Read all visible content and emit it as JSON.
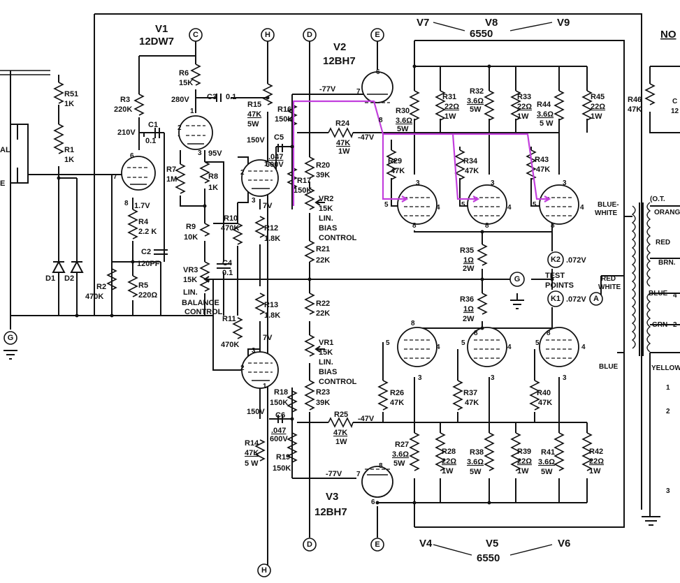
{
  "header": {
    "v7": "V7",
    "v8": "V8",
    "v9": "V9",
    "type_top": "6550",
    "v4": "V4",
    "v5": "V5",
    "v6": "V6",
    "type_bottom": "6550",
    "no": "NO"
  },
  "tubes": {
    "v1_name": "V1",
    "v1_type": "12DW7",
    "v2_name": "V2",
    "v2_type": "12BH7",
    "v3_name": "V3",
    "v3_type": "12BH7"
  },
  "connectors": {
    "c": "C",
    "h": "H",
    "d": "D",
    "e": "E",
    "g": "G",
    "a": "A",
    "k1": "K1",
    "k2": "K2"
  },
  "voltages": {
    "v280": "280V",
    "v210": "210V",
    "v95": "95V",
    "v150a": "150V",
    "v150b": "150V",
    "v7a": "7V",
    "v7b": "7V",
    "v17": "1.7V",
    "m77a": "-77V",
    "m77b": "-77V",
    "m47a": "-47V",
    "m47b": "-47V",
    "k2v": ".072V",
    "k1v": ".072V"
  },
  "resistors": {
    "r51": "R51",
    "r51v": "1K",
    "r1": "R1",
    "r1v": "1K",
    "r3": "R3",
    "r3v": "220K",
    "r6": "R6",
    "r6v": "15K",
    "r7": "R7",
    "r7v": "1M",
    "r8": "R8",
    "r8v": "1K",
    "r4": "R4",
    "r4v": "2.2 K",
    "r2": "R2",
    "r2v": "470K",
    "r5": "R5",
    "r5v": "220Ω",
    "r9": "R9",
    "r9v": "10K",
    "r10": "R10",
    "r10v": "470K",
    "r11": "R11",
    "r11v": "470K",
    "r12": "R12",
    "r12v": "1.8K",
    "r13": "R13",
    "r13v": "1.8K",
    "r14": "R14",
    "r14v": "47K",
    "r14w": "5 W",
    "r15": "R15",
    "r15v": "47K",
    "r15w": "5W",
    "r16": "R16",
    "r16v": "150K",
    "r17": "R17",
    "r17v": "150K",
    "r18": "R18",
    "r18v": "150K",
    "r19": "R19",
    "r19v": "150K",
    "r20": "R20",
    "r20v": "39K",
    "r21": "R21",
    "r21v": "22K",
    "r22": "R22",
    "r22v": "22K",
    "r23": "R23",
    "r23v": "39K",
    "r24": "R24",
    "r24v": "47K",
    "r24w": "1W",
    "r25": "R25",
    "r25v": "47K",
    "r25w": "1W",
    "r26": "R26",
    "r26v": "47K",
    "r27": "R27",
    "r27v": "3.6Ω",
    "r27w": "5W",
    "r28": "R28",
    "r28v": "22Ω",
    "r28w": "1W",
    "r29": "R29",
    "r29v": "47K",
    "r30": "R30",
    "r30v": "3.6Ω",
    "r30w": "5W",
    "r31": "R31",
    "r31v": "22Ω",
    "r31w": "1W",
    "r32": "R32",
    "r32v": "3.6Ω",
    "r32w": "5W",
    "r33": "R33",
    "r33v": "22Ω",
    "r33w": "1W",
    "r34": "R34",
    "r34v": "47K",
    "r35": "R35",
    "r35v": "1Ω",
    "r35w": "2W",
    "r36": "R36",
    "r36v": "1Ω",
    "r36w": "2W",
    "r37": "R37",
    "r37v": "47K",
    "r38": "R38",
    "r38v": "3.6Ω",
    "r38w": "5W",
    "r39": "R39",
    "r39v": "22Ω",
    "r39w": "1W",
    "r40": "R40",
    "r40v": "47K",
    "r41": "R41",
    "r41v": "3.6Ω",
    "r41w": "5W",
    "r42": "R42",
    "r42v": "22Ω",
    "r42w": "1W",
    "r43": "R43",
    "r43v": "47K",
    "r44": "R44",
    "r44v": "3.6Ω",
    "r44w": "5 W",
    "r45": "R45",
    "r45v": "22Ω",
    "r45w": "1W",
    "r46": "R46",
    "r46v": "47K"
  },
  "capacitors": {
    "c1": "C1",
    "c1v": "0.1",
    "c2": "C2",
    "c2v": "120PF",
    "c3": "C3",
    "c3v": "0.1",
    "c4": "C4",
    "c4v": "0.1",
    "c5": "C5",
    "c5v": ".047",
    "c5w": "600V",
    "c6": "C6",
    "c6v": ".047",
    "c6w": "600V"
  },
  "pots": {
    "vr1": "VR1",
    "vr1_l1": "15K",
    "vr1_l2": "LIN.",
    "vr1_l3": "BIAS",
    "vr1_l4": "CONTROL",
    "vr2": "VR2",
    "vr2_l1": "15K",
    "vr2_l2": "LIN.",
    "vr2_l3": "BIAS",
    "vr2_l4": "CONTROL",
    "vr3": "VR3",
    "vr3_l1": "15K",
    "vr3_l2": "LIN.",
    "vr3_l3": "BALANCE",
    "vr3_l4": "CONTROL"
  },
  "diodes": {
    "d1": "D1",
    "d2": "D2"
  },
  "test_points": {
    "l1": "TEST",
    "l2": "POINTS"
  },
  "transformer": {
    "blue_white": "BLUE-",
    "blue_white2": "WHITE",
    "red_white": "RED",
    "red_white2": "WHITE",
    "blue": "BLUE",
    "ot": "(O.T.",
    "orange": "ORANG",
    "red": "RED",
    "brn": "BRN.",
    "blue2": "BLUE",
    "grn": "GRN",
    "yellow": "YELLOW",
    "n4": "4",
    "n2": "2",
    "s1": "1",
    "s2": "2",
    "s3": "3",
    "r46c": "C",
    "c12": "12"
  },
  "left_edge": {
    "al": "AL",
    "e": "E"
  },
  "pins": {
    "p6": "6",
    "p7": "7",
    "p8": "8",
    "p1": "1",
    "p2": "2",
    "p3": "3",
    "p5": "5",
    "p4": "4"
  }
}
